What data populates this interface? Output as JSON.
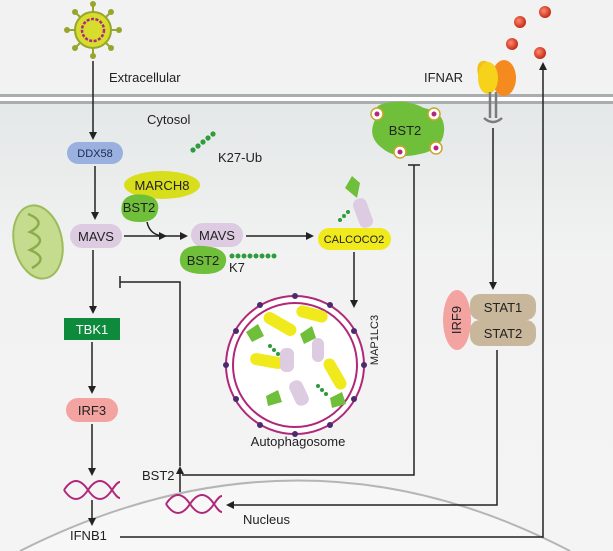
{
  "labels": {
    "extracellular": "Extracellular",
    "cytosol": "Cytosol",
    "ifnar": "IFNAR",
    "ddx58": "DDX58",
    "k27ub": "K27-Ub",
    "march8": "MARCH8",
    "bst2_complex": "BST2",
    "mavs_left": "MAVS",
    "mavs_mid": "MAVS",
    "bst2_mid": "BST2",
    "k7": "K7",
    "calcoco2": "CALCOCO2",
    "bst2_membrane": "BST2",
    "map1lc3": "MAP1LC3",
    "autophagosome": "Autophagosome",
    "tbk1": "TBK1",
    "irf3": "IRF3",
    "irf9": "IRF9",
    "stat1": "STAT1",
    "stat2": "STAT2",
    "bst2_nucleus": "BST2",
    "ifnb1": "IFNB1",
    "nucleus": "Nucleus"
  },
  "colors": {
    "background": "#f2f2f2",
    "membrane": "#a8aeae",
    "ddx58": "#9ab0de",
    "mavs": "#dccbe1",
    "march8": "#d9de1c",
    "bst2": "#6fbf3a",
    "calcoco2": "#f0ea1c",
    "tbk1": "#0e8a3c",
    "irf3": "#f3a3a0",
    "stat": "#c9b79c",
    "dna": "#b0287a",
    "ifn": "#d93a22"
  }
}
